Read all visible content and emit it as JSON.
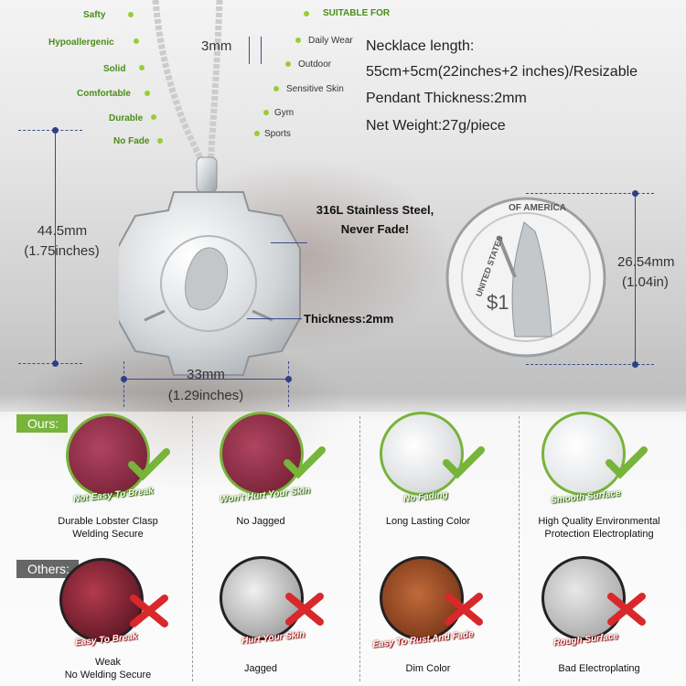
{
  "features": [
    "Safty",
    "Hypoallergenic",
    "Solid",
    "Comfortable",
    "Durable",
    "No Fade"
  ],
  "suitable": {
    "title": "SUITABLE FOR",
    "items": [
      "Daily Wear",
      "Outdoor",
      "Sensitive Skin",
      "Gym",
      "Sports"
    ]
  },
  "chain_width": "3mm",
  "specs": {
    "length_label": "Necklace length:",
    "length_value": "55cm+5cm(22inches+2 inches)/Resizable",
    "thickness": "Pendant Thickness:2mm",
    "weight": "Net Weight:27g/piece"
  },
  "pendant": {
    "height_mm": "44.5mm",
    "height_in": "(1.75inches)",
    "width_mm": "33mm",
    "width_in": "(1.29inches)",
    "material_line1": "316L Stainless Steel,",
    "material_line2": "Never Fade!",
    "thickness_callout": "Thickness:2mm"
  },
  "coin": {
    "size_mm": "26.54mm",
    "size_in": "(1.04in)",
    "text_top": "OF AMERICA",
    "text_bottom": "UNITED STATES",
    "value": "$1"
  },
  "comparison": {
    "ours_label": "Ours:",
    "others_label": "Others:",
    "ours": [
      {
        "badge": "Not Easy To Break",
        "caption1": "Durable Lobster Clasp",
        "caption2": "Welding Secure"
      },
      {
        "badge": "Won't Hurt Your Skin",
        "caption1": "No Jagged",
        "caption2": ""
      },
      {
        "badge": "No Fading",
        "caption1": "Long Lasting Color",
        "caption2": ""
      },
      {
        "badge": "Smooth Surface",
        "caption1": "High Quality Environmental",
        "caption2": "Protection Electroplating"
      }
    ],
    "others": [
      {
        "badge": "Easy To Break",
        "caption1": "Weak",
        "caption2": "No Welding Secure"
      },
      {
        "badge": "Hurt Your Skin",
        "caption1": "Jagged",
        "caption2": ""
      },
      {
        "badge": "Easy To Rust And Fade",
        "caption1": "Dim Color",
        "caption2": ""
      },
      {
        "badge": "Rough Surface",
        "caption1": "Bad Electroplating",
        "caption2": ""
      }
    ]
  },
  "colors": {
    "green": "#77b43a",
    "red": "#d8282b",
    "dim_blue": "#3b4a8c"
  }
}
